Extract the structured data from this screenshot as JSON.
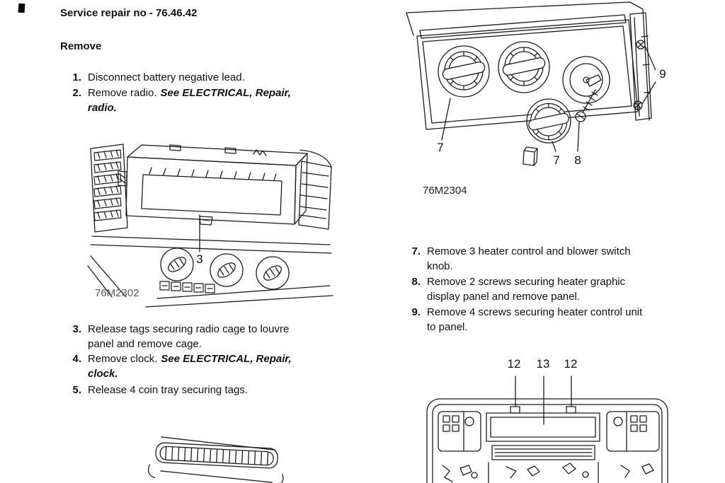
{
  "header": {
    "service_repair_no": "Service repair no - 76.46.42",
    "section_heading": "Remove"
  },
  "steps": {
    "s1": {
      "num": "1.",
      "text": "Disconnect battery negative lead."
    },
    "s2": {
      "num": "2.",
      "text": "Remove radio.",
      "ref": "See ELECTRICAL, Repair, radio."
    },
    "s3": {
      "num": "3.",
      "text": "Release tags securing radio cage to louvre panel and remove cage."
    },
    "s4": {
      "num": "4.",
      "text": "Remove clock.",
      "ref": "See ELECTRICAL, Repair, clock."
    },
    "s5": {
      "num": "5.",
      "text": "Release 4 coin tray securing tags."
    },
    "s7": {
      "num": "7.",
      "text": "Remove 3 heater control and blower switch knob."
    },
    "s8": {
      "num": "8.",
      "text": "Remove 2 screws securing heater graphic display panel and remove panel."
    },
    "s9": {
      "num": "9.",
      "text": "Remove 4 screws securing heater control unit to panel."
    }
  },
  "figures": {
    "radio_cage": {
      "caption": "76M2302",
      "callout_3": "3"
    },
    "heater_panel": {
      "caption": "76M2304",
      "callout_7a": "7",
      "callout_7b": "7",
      "callout_8": "8",
      "callout_9": "9"
    },
    "lower_dash": {
      "callout_12a": "12",
      "callout_13": "13",
      "callout_12b": "12"
    }
  }
}
